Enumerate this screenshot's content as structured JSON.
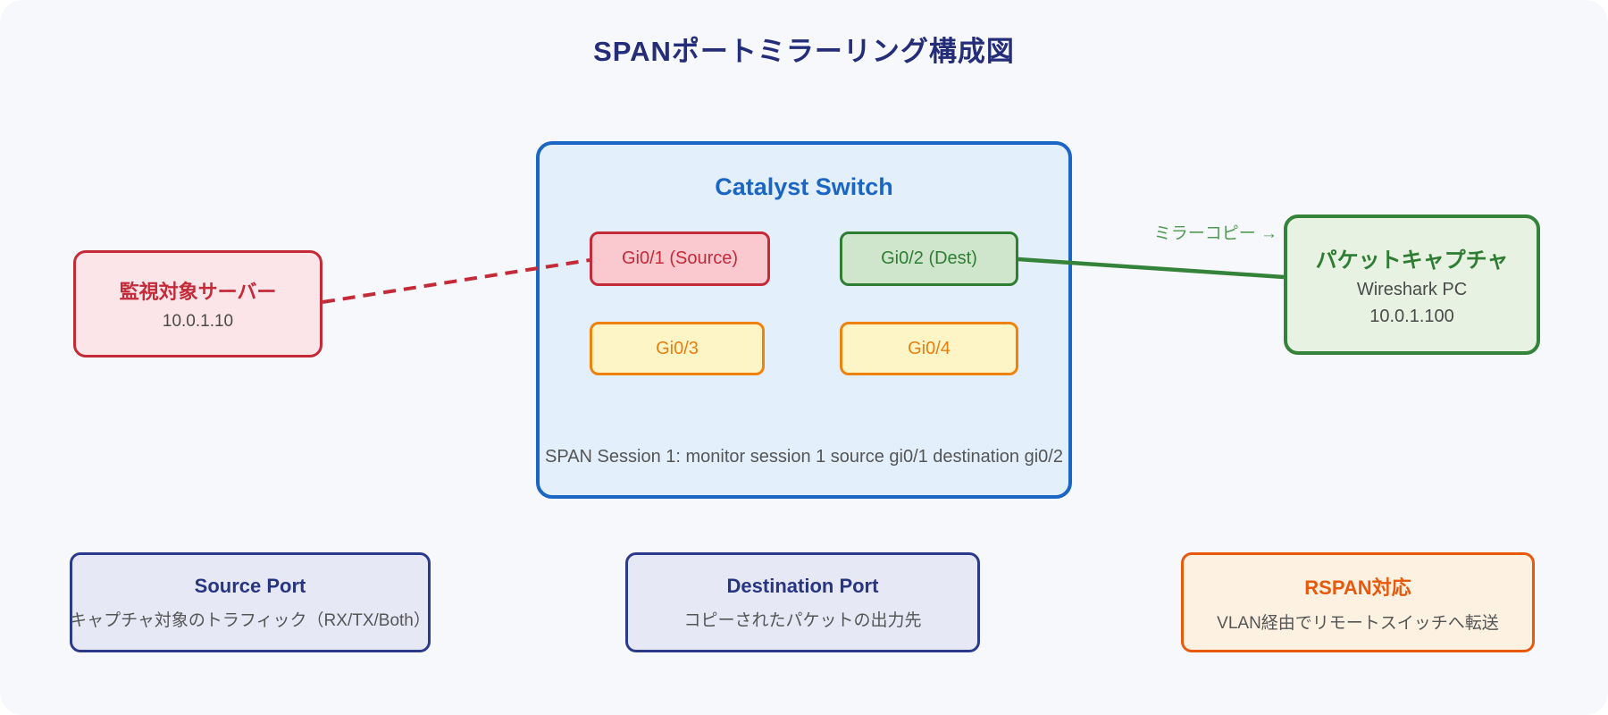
{
  "title": "SPANポートミラーリング構成図",
  "colors": {
    "page_background": "#f7f8fb",
    "title_text": "#242d79",
    "server_accent": "#c42a38",
    "server_fill": "#fce5e9",
    "switch_accent": "#1b66c4",
    "switch_fill": "#e3f0fc",
    "source_port_accent": "#c42a38",
    "source_port_fill": "#fac9d0",
    "dest_port_accent": "#2f7d33",
    "dest_port_fill": "#cfe6cc",
    "unused_port_accent": "#ef820d",
    "unused_port_fill": "#fdf5c6",
    "capture_accent": "#35823a",
    "capture_fill": "#e7f2e2",
    "legend_navy_accent": "#2c3a8c",
    "legend_navy_fill": "#e6e8f6",
    "legend_orange_accent": "#e8590c",
    "legend_orange_fill": "#fdf2e2",
    "note_text": "#555555"
  },
  "nodes": {
    "server": {
      "title": "監視対象サーバー",
      "ip": "10.0.1.10"
    },
    "switch": {
      "title": "Catalyst Switch",
      "ports": [
        {
          "label": "Gi0/1 (Source)",
          "type": "source"
        },
        {
          "label": "Gi0/2 (Dest)",
          "type": "destination"
        },
        {
          "label": "Gi0/3",
          "type": "unused"
        },
        {
          "label": "Gi0/4",
          "type": "unused"
        }
      ],
      "session_note": "SPAN Session 1: monitor session 1 source gi0/1 destination gi0/2"
    },
    "capture": {
      "title": "パケットキャプチャ",
      "subtitle": "Wireshark PC",
      "ip": "10.0.1.100"
    }
  },
  "edges": {
    "server_to_gi01": {
      "style": "dashed",
      "color": "#c42a38"
    },
    "gi02_to_capture": {
      "style": "solid",
      "color": "#35823a",
      "label": "ミラーコピー →"
    }
  },
  "legend": [
    {
      "title": "Source Port",
      "description": "キャプチャ対象のトラフィック（RX/TX/Both）",
      "theme": "navy"
    },
    {
      "title": "Destination Port",
      "description": "コピーされたパケットの出力先",
      "theme": "navy"
    },
    {
      "title": "RSPAN対応",
      "description": "VLAN経由でリモートスイッチへ転送",
      "theme": "orange"
    }
  ]
}
